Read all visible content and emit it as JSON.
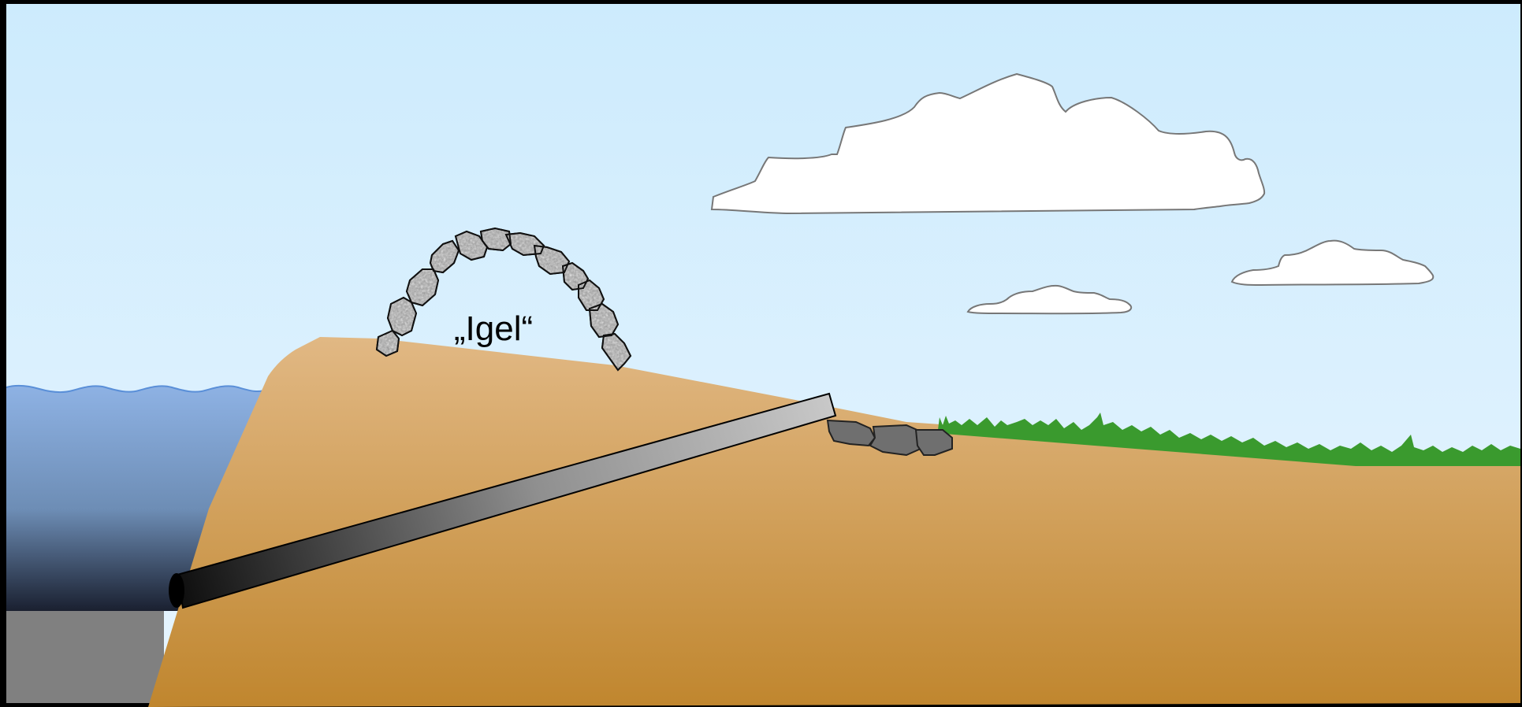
{
  "diagram": {
    "label": "„Igel“",
    "colors": {
      "background_frame": "#000000",
      "sky_top": "#cdebfd",
      "sky_bottom": "#e7f5fe",
      "water_top": "#8eb2e4",
      "water_bottom": "#1a2030",
      "lakebed": "#808080",
      "dam_top": "#e1b884",
      "dam_bottom": "#c0862e",
      "pipe_light": "#c8c8c8",
      "pipe_dark": "#111111",
      "stone": "#9a9a9a",
      "stone_dark": "#6f6f6f",
      "grass": "#3a9a2e",
      "cloud": "#ffffff",
      "cloud_outline": "#777777"
    },
    "elements": [
      "sky",
      "clouds",
      "water",
      "lakebed",
      "dam",
      "pipe",
      "stone-arch",
      "outlet-stones",
      "grass"
    ]
  }
}
